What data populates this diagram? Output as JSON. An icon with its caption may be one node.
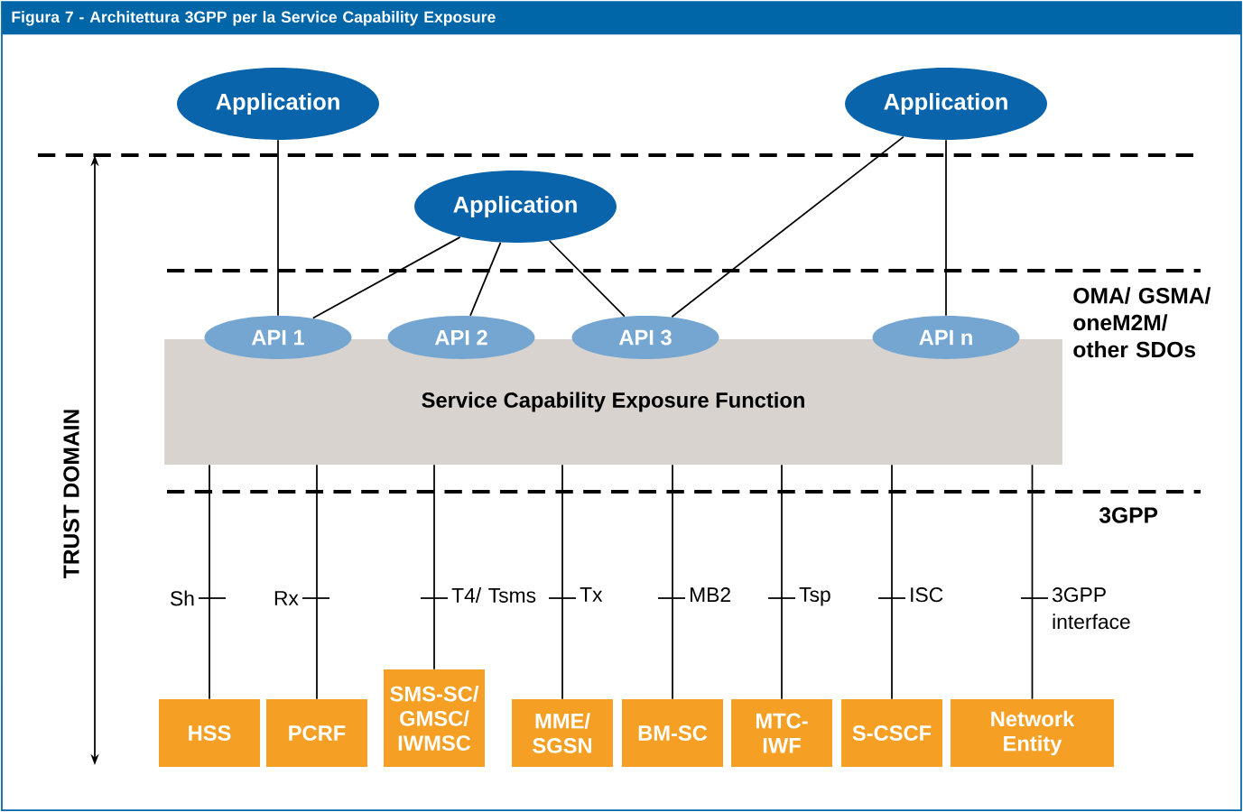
{
  "diagram": {
    "title": "Figura 7 - Architettura 3GPP per la Service Capability Exposure",
    "nodes": [
      {
        "text": [
          "Application"
        ]
      },
      {
        "text": [
          "Application"
        ]
      },
      {
        "text": [
          "Application"
        ]
      },
      {
        "text": [
          "Service Capability Exposure Function"
        ]
      },
      {
        "text": [
          "API 1"
        ]
      },
      {
        "text": [
          "API 2"
        ]
      },
      {
        "text": [
          "API 3"
        ]
      },
      {
        "text": [
          "API n"
        ]
      },
      {
        "text": [
          "HSS"
        ]
      },
      {
        "text": [
          "PCRF"
        ]
      },
      {
        "text": [
          "SMS-SC/ GMSC/ IWMSC"
        ]
      },
      {
        "text": [
          "MME/ SGSN"
        ]
      },
      {
        "text": [
          "BM-SC"
        ]
      },
      {
        "text": [
          "MTC- IWF"
        ]
      },
      {
        "text": [
          "S-CSCF"
        ]
      },
      {
        "text": [
          "Network Entity"
        ]
      }
    ],
    "edges": [
      {
        "from": 0,
        "to": 4,
        "arrow": "none"
      },
      {
        "from": 2,
        "to": 4,
        "arrow": "none"
      },
      {
        "from": 2,
        "to": 5,
        "arrow": "none"
      },
      {
        "from": 2,
        "to": 6,
        "arrow": "none"
      },
      {
        "from": 1,
        "to": 6,
        "arrow": "none"
      },
      {
        "from": 1,
        "to": 7,
        "arrow": "none"
      },
      {
        "from": 3,
        "to": 8,
        "arrow": "none",
        "label": "Sh"
      },
      {
        "from": 3,
        "to": 9,
        "arrow": "none",
        "label": "Rx"
      },
      {
        "from": 3,
        "to": 10,
        "arrow": "none",
        "label": "T4/ Tsms"
      },
      {
        "from": 3,
        "to": 11,
        "arrow": "none",
        "label": "Tx"
      },
      {
        "from": 3,
        "to": 12,
        "arrow": "none",
        "label": "MB2"
      },
      {
        "from": 3,
        "to": 13,
        "arrow": "none",
        "label": "Tsp"
      },
      {
        "from": 3,
        "to": 14,
        "arrow": "none",
        "label": "ISC"
      },
      {
        "from": 3,
        "to": 15,
        "arrow": "none",
        "label": "3GPP interface"
      }
    ],
    "labels": [
      "OMA/ GSMA/ oneM2M/ other SDOs",
      "3GPP",
      "TRUST DOMAIN"
    ]
  }
}
